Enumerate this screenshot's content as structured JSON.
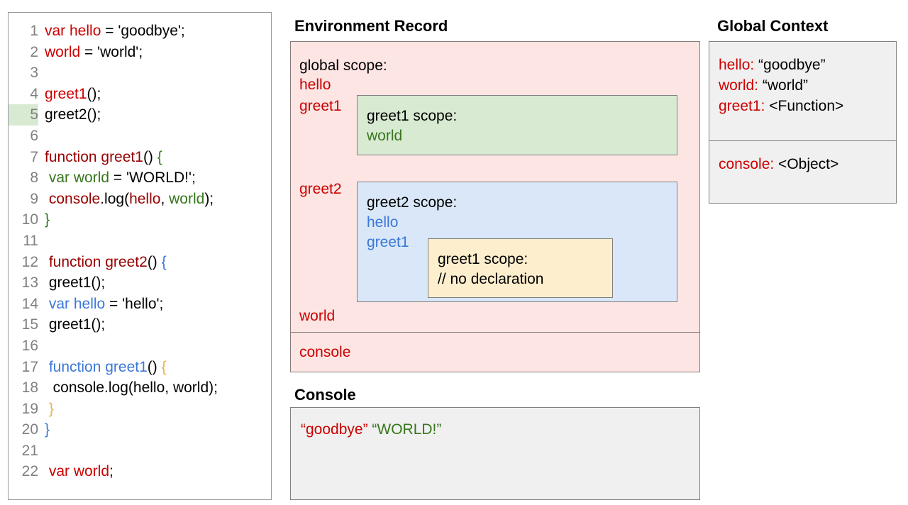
{
  "code_panel": {
    "highlighted_line": 5,
    "lines": [
      {
        "num": "1",
        "tokens": [
          {
            "t": "var hello",
            "c": "red"
          },
          {
            "t": " = 'goodbye';",
            "c": "black"
          }
        ]
      },
      {
        "num": "2",
        "tokens": [
          {
            "t": "world",
            "c": "red"
          },
          {
            "t": " = 'world';",
            "c": "black"
          }
        ]
      },
      {
        "num": "3",
        "tokens": []
      },
      {
        "num": "4",
        "tokens": [
          {
            "t": "greet1",
            "c": "red"
          },
          {
            "t": "();",
            "c": "black"
          }
        ]
      },
      {
        "num": "5",
        "tokens": [
          {
            "t": "greet2();",
            "c": "black"
          }
        ]
      },
      {
        "num": "6",
        "tokens": []
      },
      {
        "num": "7",
        "tokens": [
          {
            "t": "function greet1",
            "c": "dkred"
          },
          {
            "t": "()",
            "c": "black"
          },
          {
            "t": " {",
            "c": "green"
          }
        ]
      },
      {
        "num": "8",
        "tokens": [
          {
            "t": " var world",
            "c": "green"
          },
          {
            "t": " = 'WORLD!';",
            "c": "black"
          }
        ]
      },
      {
        "num": "9",
        "tokens": [
          {
            "t": " console",
            "c": "dkred"
          },
          {
            "t": ".log(",
            "c": "black"
          },
          {
            "t": "hello",
            "c": "dkred"
          },
          {
            "t": ", ",
            "c": "black"
          },
          {
            "t": "world",
            "c": "green"
          },
          {
            "t": ");",
            "c": "black"
          }
        ]
      },
      {
        "num": "10",
        "tokens": [
          {
            "t": "}",
            "c": "green"
          }
        ]
      },
      {
        "num": "11",
        "tokens": []
      },
      {
        "num": "12",
        "tokens": [
          {
            "t": " function greet2",
            "c": "dkred"
          },
          {
            "t": "()",
            "c": "black"
          },
          {
            "t": " {",
            "c": "blue"
          }
        ]
      },
      {
        "num": "13",
        "tokens": [
          {
            "t": " greet1();",
            "c": "black"
          }
        ]
      },
      {
        "num": "14",
        "tokens": [
          {
            "t": " var hello",
            "c": "blue"
          },
          {
            "t": " = 'hello';",
            "c": "black"
          }
        ]
      },
      {
        "num": "15",
        "tokens": [
          {
            "t": " greet1();",
            "c": "black"
          }
        ]
      },
      {
        "num": "16",
        "tokens": []
      },
      {
        "num": "17",
        "tokens": [
          {
            "t": " function greet1",
            "c": "blue"
          },
          {
            "t": "()",
            "c": "black"
          },
          {
            "t": " {",
            "c": "orange"
          }
        ]
      },
      {
        "num": "18",
        "tokens": [
          {
            "t": "  console.log(hello, world);",
            "c": "black"
          }
        ]
      },
      {
        "num": "19",
        "tokens": [
          {
            "t": " }",
            "c": "orange"
          }
        ]
      },
      {
        "num": "20",
        "tokens": [
          {
            "t": "}",
            "c": "blue"
          }
        ]
      },
      {
        "num": "21",
        "tokens": []
      },
      {
        "num": "22",
        "tokens": [
          {
            "t": " var world",
            "c": "red"
          },
          {
            "t": ";",
            "c": "black"
          }
        ]
      }
    ]
  },
  "environment_record": {
    "heading": "Environment Record",
    "global_scope_label": "global scope:",
    "labels": {
      "hello": "hello",
      "greet1": "greet1",
      "greet2": "greet2",
      "world": "world",
      "console": "console"
    },
    "greet1_scope": {
      "title": "greet1 scope:",
      "vars": [
        "world"
      ]
    },
    "greet2_scope": {
      "title": "greet2 scope:",
      "vars": [
        "hello",
        "greet1"
      ]
    },
    "greet1_inner_scope": {
      "title": "greet1 scope:",
      "note": "// no declaration"
    }
  },
  "global_context": {
    "heading": "Global Context",
    "upper_rows": [
      {
        "key": "hello:",
        "value": " “goodbye”"
      },
      {
        "key": "world:",
        "value": " “world”"
      },
      {
        "key": "greet1:",
        "value": " <Function>"
      }
    ],
    "lower_rows": [
      {
        "key": "console:",
        "value": " <Object>"
      }
    ]
  },
  "console": {
    "heading": "Console",
    "outputs": [
      {
        "text": "“goodbye”",
        "color": "red"
      },
      {
        "text": "“WORLD!”",
        "color": "green"
      }
    ]
  },
  "colors": {
    "red": "#cc0000",
    "dark_red": "#990000",
    "green": "#38761d",
    "blue": "#3c78d8",
    "orange": "#e8b34a",
    "env_bg": "#fce5e3",
    "greet1_scope_bg": "#d9ead3",
    "greet2_scope_bg": "#d9e7f8",
    "greet1_inner_bg": "#fdeecd",
    "panel_bg": "#f0f0f0",
    "highlight": "#d9ead3"
  }
}
